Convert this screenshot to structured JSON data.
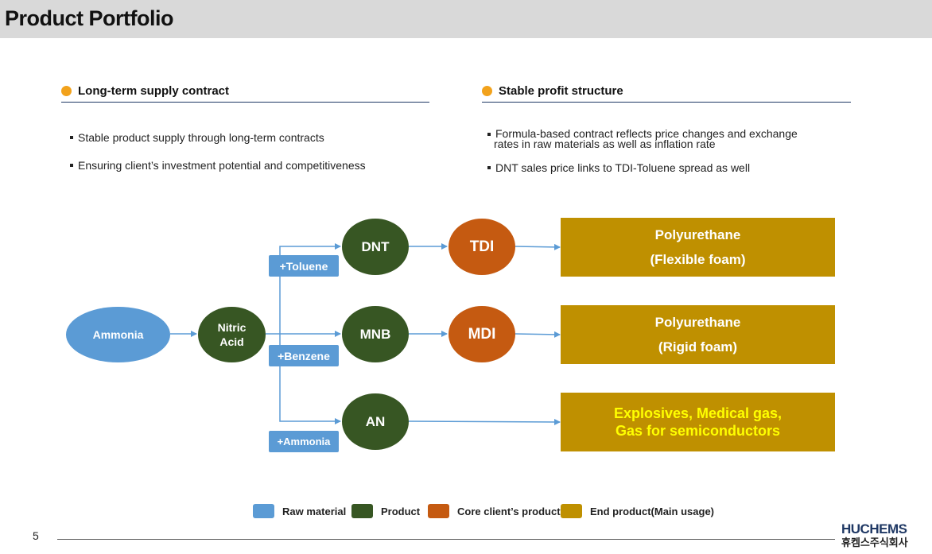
{
  "page": {
    "title": "Product Portfolio",
    "page_number": "5"
  },
  "left_section": {
    "heading": "Long-term supply contract",
    "bullets": [
      "Stable product supply through long-term contracts",
      "Ensuring client’s investment potential and competitiveness"
    ]
  },
  "right_section": {
    "heading": "Stable profit structure",
    "bullets": [
      "Formula-based contract reflects price changes and exchange",
      "rates  in raw materials as well as inflation rate",
      "DNT sales price links to TDI-Toluene spread as well"
    ]
  },
  "diagram": {
    "nodes": {
      "ammonia": "Ammonia",
      "nitric_acid_line1": "Nitric",
      "nitric_acid_line2": "Acid",
      "dnt": "DNT",
      "mnb": "MNB",
      "an": "AN",
      "tdi": "TDI",
      "mdi": "MDI"
    },
    "tags": {
      "toluene": "+Toluene",
      "benzene": "+Benzene",
      "ammonia": "+Ammonia"
    },
    "end_products": {
      "flexible_line1": "Polyurethane",
      "flexible_line2": "(Flexible foam)",
      "rigid_line1": "Polyurethane",
      "rigid_line2": "(Rigid foam)",
      "explosives_line1": "Explosives, Medical gas,",
      "explosives_line2": "Gas for semiconductors"
    }
  },
  "legend": [
    {
      "label": "Raw material",
      "color": "#5b9bd5"
    },
    {
      "label": "Product",
      "color": "#375623"
    },
    {
      "label": "Core client’s product",
      "color": "#c55a11"
    },
    {
      "label": "End product(Main usage)",
      "color": "#bf9000"
    }
  ],
  "logo": {
    "main": "HUCHEMS",
    "sub": "휴켐스주식회사"
  }
}
